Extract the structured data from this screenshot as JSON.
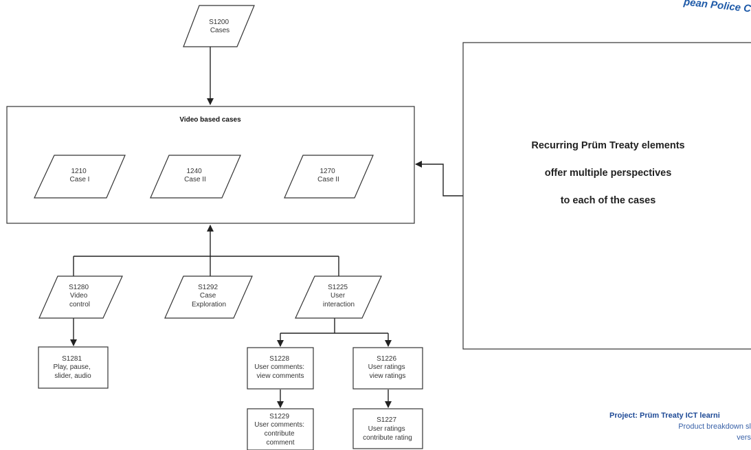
{
  "logo": {
    "text": "pean Police C"
  },
  "nodes": {
    "s1200": {
      "lines": [
        "S1200",
        "Cases"
      ]
    },
    "video_cases": {
      "title": "Video based cases"
    },
    "c1210": {
      "lines": [
        "1210",
        "Case I"
      ]
    },
    "c1240": {
      "lines": [
        "1240",
        "Case II"
      ]
    },
    "c1270": {
      "lines": [
        "1270",
        "Case II"
      ]
    },
    "s1280": {
      "lines": [
        "S1280",
        "Video",
        "control"
      ]
    },
    "s1292": {
      "lines": [
        "S1292",
        "Case",
        "Exploration"
      ]
    },
    "s1225": {
      "lines": [
        "S1225",
        "User",
        "interaction"
      ]
    },
    "s1281": {
      "lines": [
        "S1281",
        "Play, pause,",
        "slider, audio"
      ]
    },
    "s1228": {
      "lines": [
        "S1228",
        "User comments:",
        "view comments"
      ]
    },
    "s1226": {
      "lines": [
        "S1226",
        "User ratings",
        "view ratings"
      ]
    },
    "s1229": {
      "lines": [
        "S1229",
        "User comments:",
        "contribute",
        "comment"
      ]
    },
    "s1227": {
      "lines": [
        "S1227",
        "User ratings",
        "contribute rating"
      ]
    }
  },
  "side_panel": {
    "lines": [
      "Recurring Prüm Treaty elements",
      "offer multiple perspectives",
      "to each of the cases"
    ]
  },
  "footer": {
    "project": "Project: Prüm Treaty ICT learni",
    "subtitle": "Product breakdown sl",
    "version": "vers"
  }
}
